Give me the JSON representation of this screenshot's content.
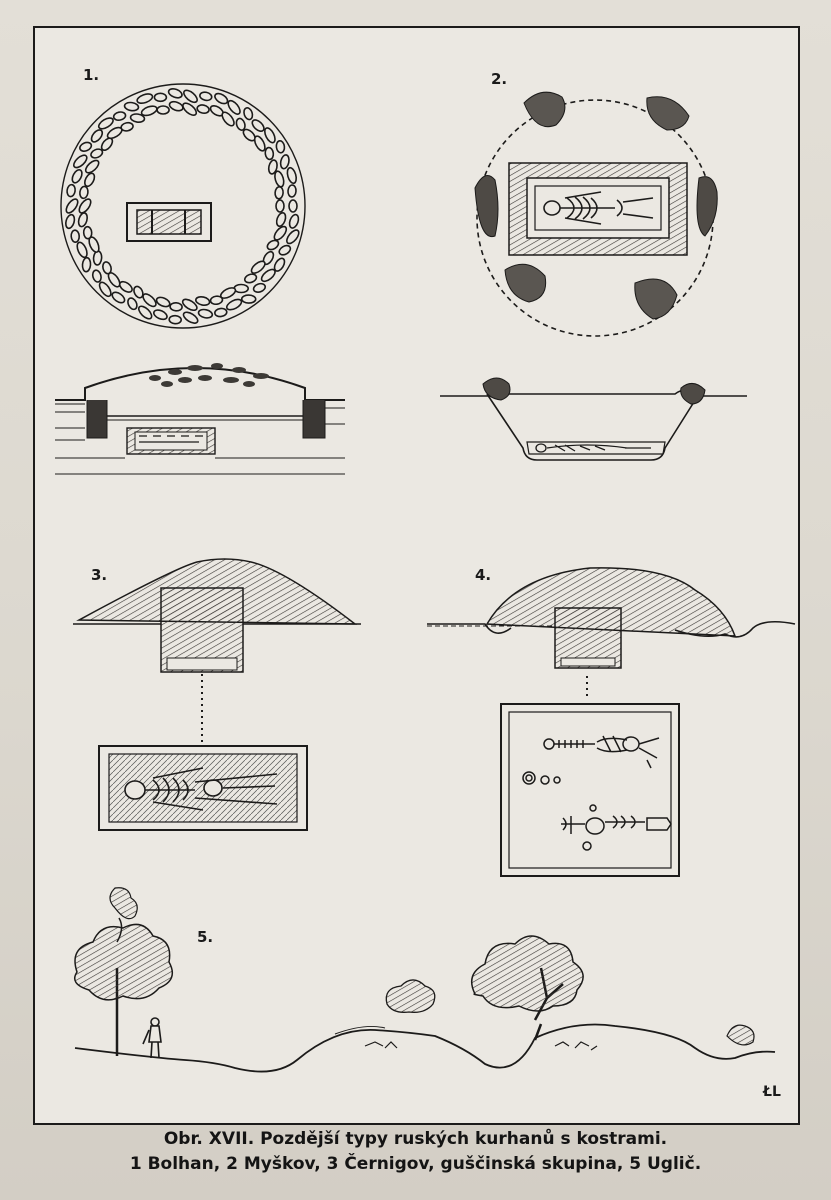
{
  "figure": {
    "labels": [
      "1.",
      "2.",
      "3.",
      "4.",
      "5."
    ],
    "monogram": "ŁL",
    "caption_line1": "Obr. XVII. Pozdější typy ruských kurhanů s kostrami.",
    "caption_line2": "1 Bolhan, 2 Myškov, 3 Černigov, guščinská skupina, 5 Uglič."
  },
  "colors": {
    "ink": "#1c1b1a",
    "paper": "#ebe8e2",
    "hatch": "#3a3734"
  }
}
